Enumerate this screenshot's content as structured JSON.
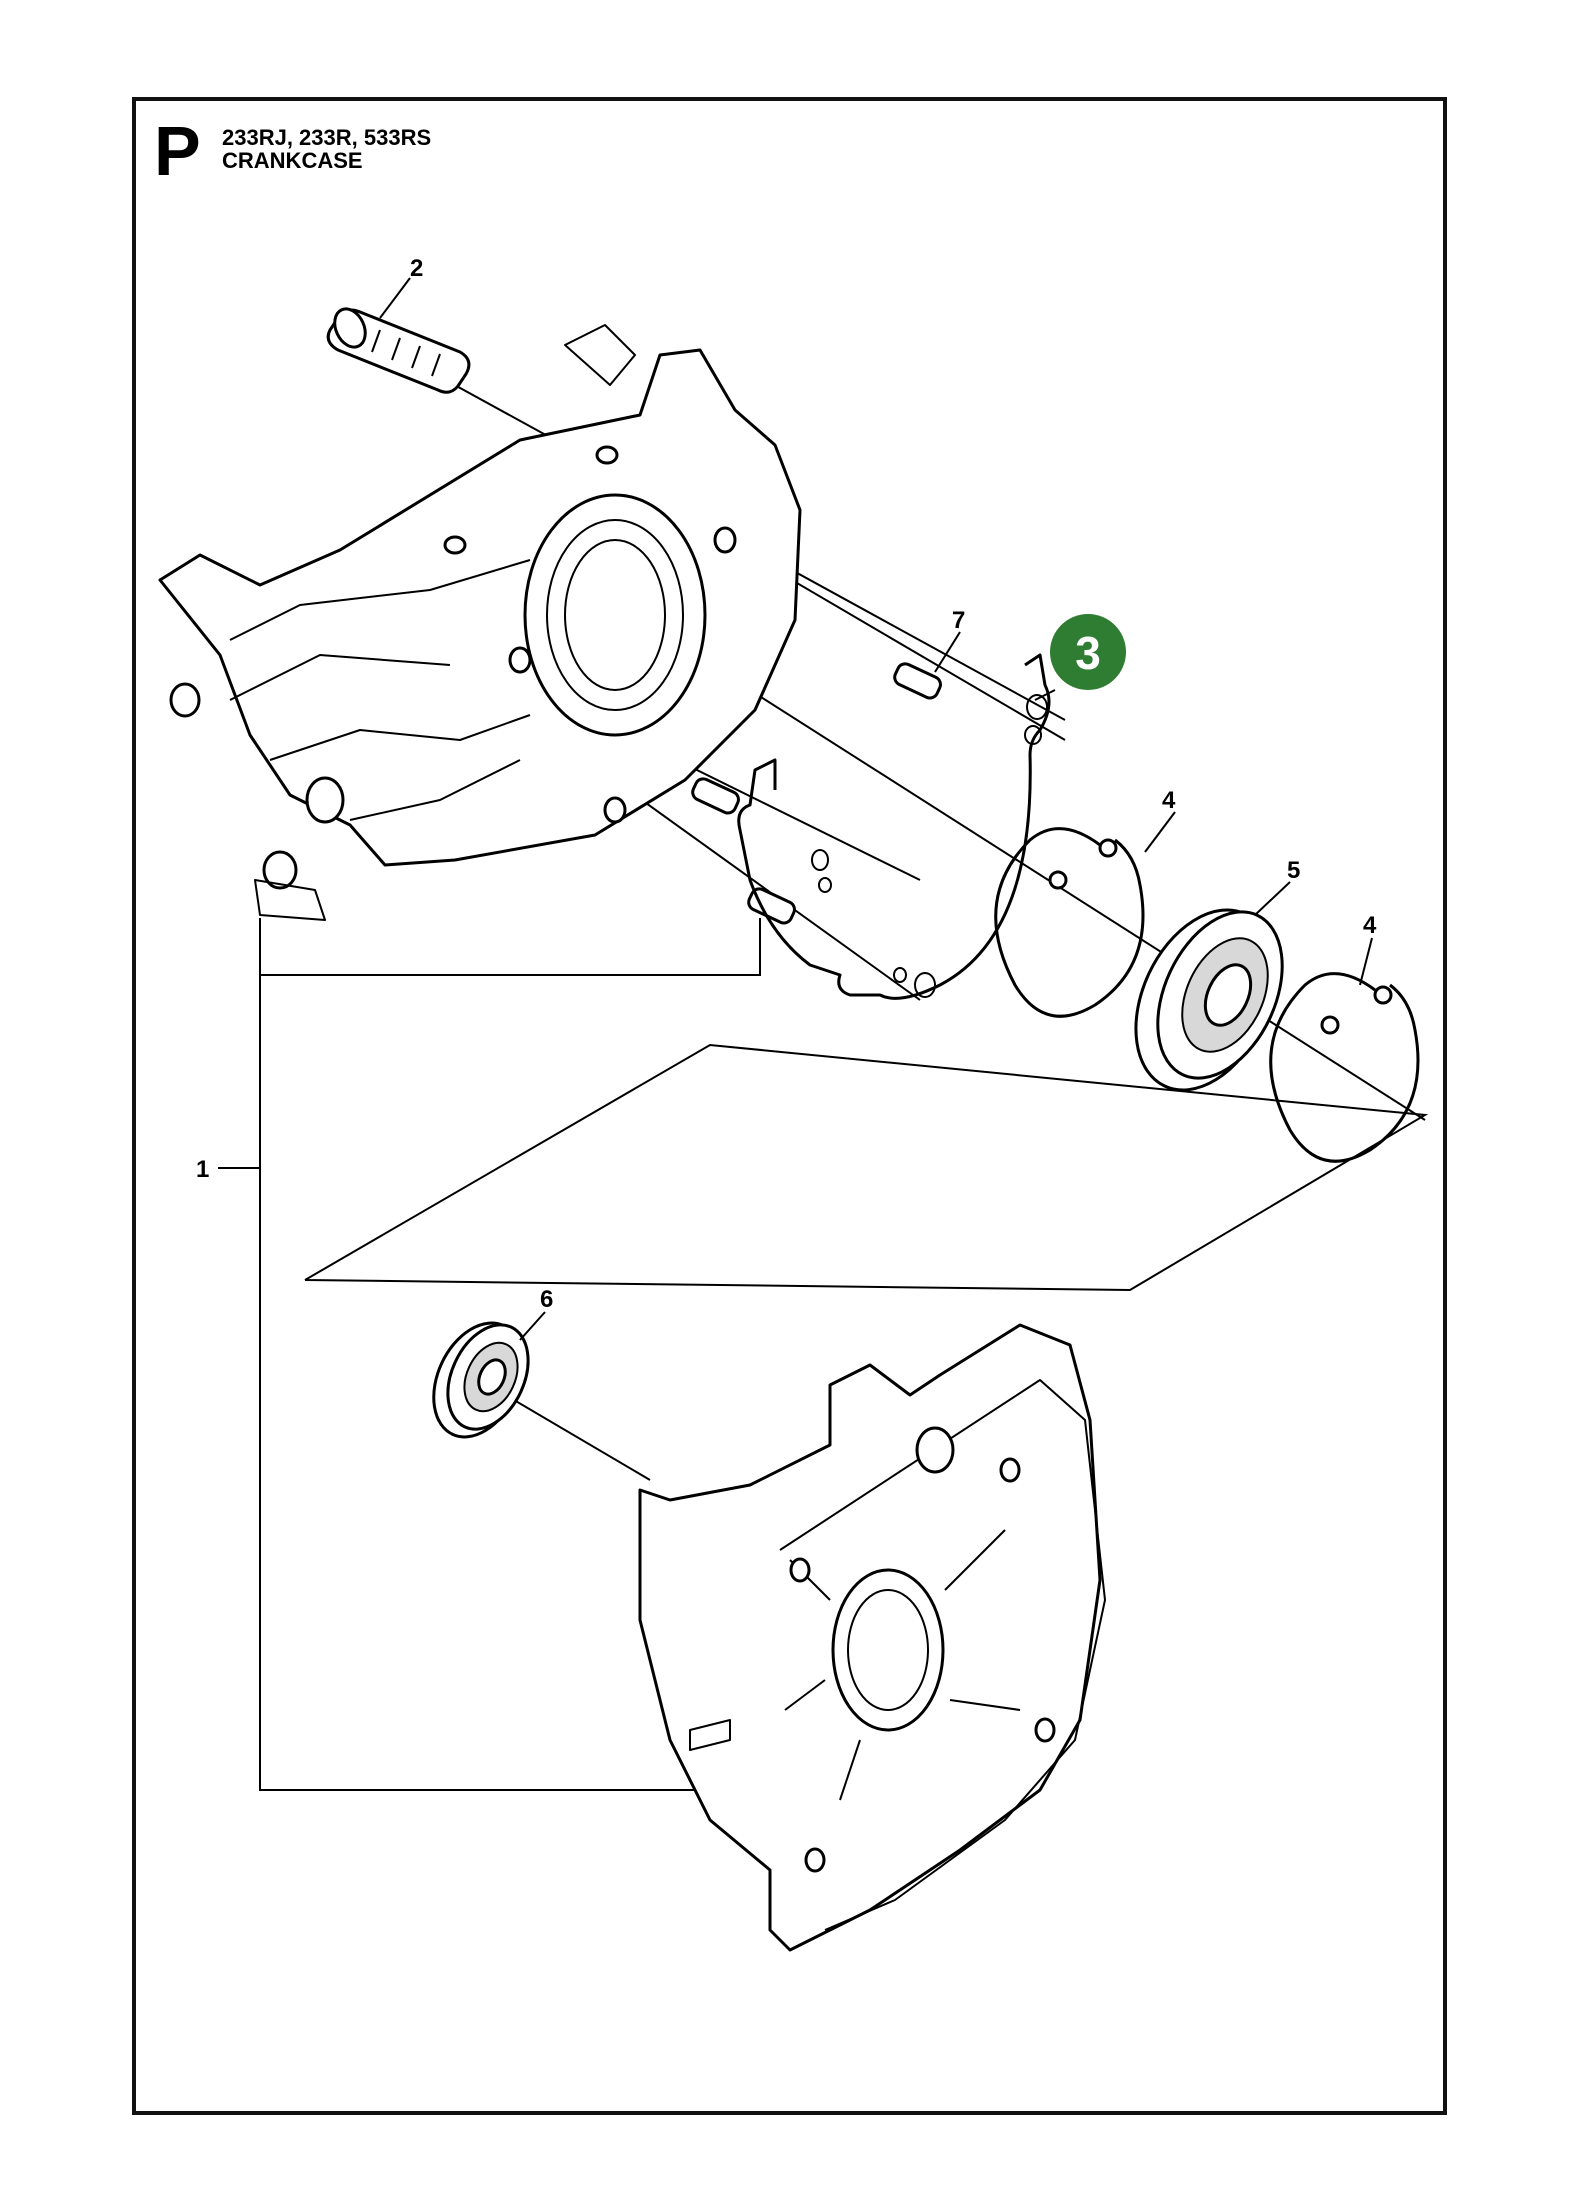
{
  "header": {
    "section_letter": "P",
    "models": "233RJ, 233R, 533RS",
    "group_title": "CRANKCASE"
  },
  "callouts": [
    {
      "id": "1",
      "label": "1"
    },
    {
      "id": "2",
      "label": "2"
    },
    {
      "id": "3",
      "label": "3",
      "highlighted": true
    },
    {
      "id": "4a",
      "label": "4"
    },
    {
      "id": "4b",
      "label": "4"
    },
    {
      "id": "5",
      "label": "5"
    },
    {
      "id": "6",
      "label": "6"
    },
    {
      "id": "7",
      "label": "7"
    }
  ],
  "colors": {
    "highlight": "#2e7d32",
    "line": "#000000",
    "background": "#ffffff"
  }
}
